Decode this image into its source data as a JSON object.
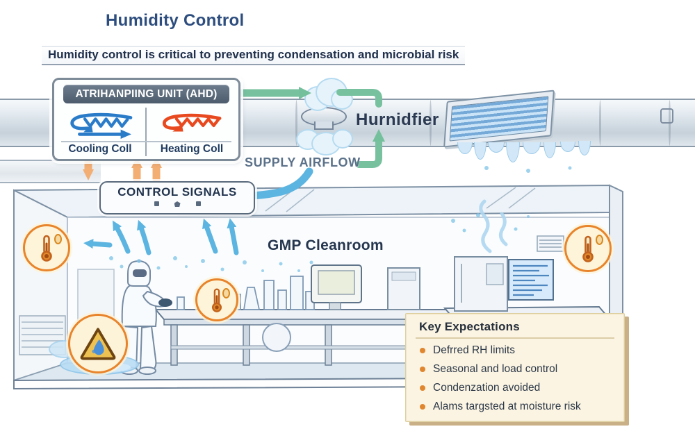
{
  "title": "Humidity Control",
  "subtitle": "Humidity control is critical to preventing condensation and microbial risk",
  "ahu_unit": {
    "header": "ATRIHANPIING UNIT (AHD)",
    "cooling_coil_label": "Cooling Coll",
    "heating_coil_label": "Heating Coll"
  },
  "duct": {
    "humidifier_label": "Hurnidfier"
  },
  "airflow": {
    "supply_label": "SUPPLY AIRFLOW"
  },
  "controls": {
    "label": "CONTROL SIGNALS"
  },
  "cleanroom": {
    "label": "GMP Cleanroom"
  },
  "key_expectations": {
    "title": "Key Expectations",
    "items": [
      "Defrred RH limits",
      "Seasonal and load control",
      "Condenzation avoided",
      "Alams targsted at moisture risk"
    ]
  },
  "icons": {
    "thermometer": "thermometer-icon",
    "moisture_alarm": "moisture-warning-triangle-icon",
    "humidifier_steam": "steam-cloud-icon",
    "cooling_coil": "cooling-coil-icon",
    "heating_coil": "heating-coil-icon"
  },
  "colors": {
    "title_blue": "#2d4d7e",
    "text_navy": "#23344e",
    "supply_green": "#74c09c",
    "air_blue": "#5cb4e0",
    "signal_orange": "#f2b077",
    "cooling_blue": "#2a7cc9",
    "heating_red": "#e8491f",
    "panel_cream": "#fbf4e3",
    "bullet_orange": "#e0862e",
    "alert_orange": "#e8842b"
  }
}
